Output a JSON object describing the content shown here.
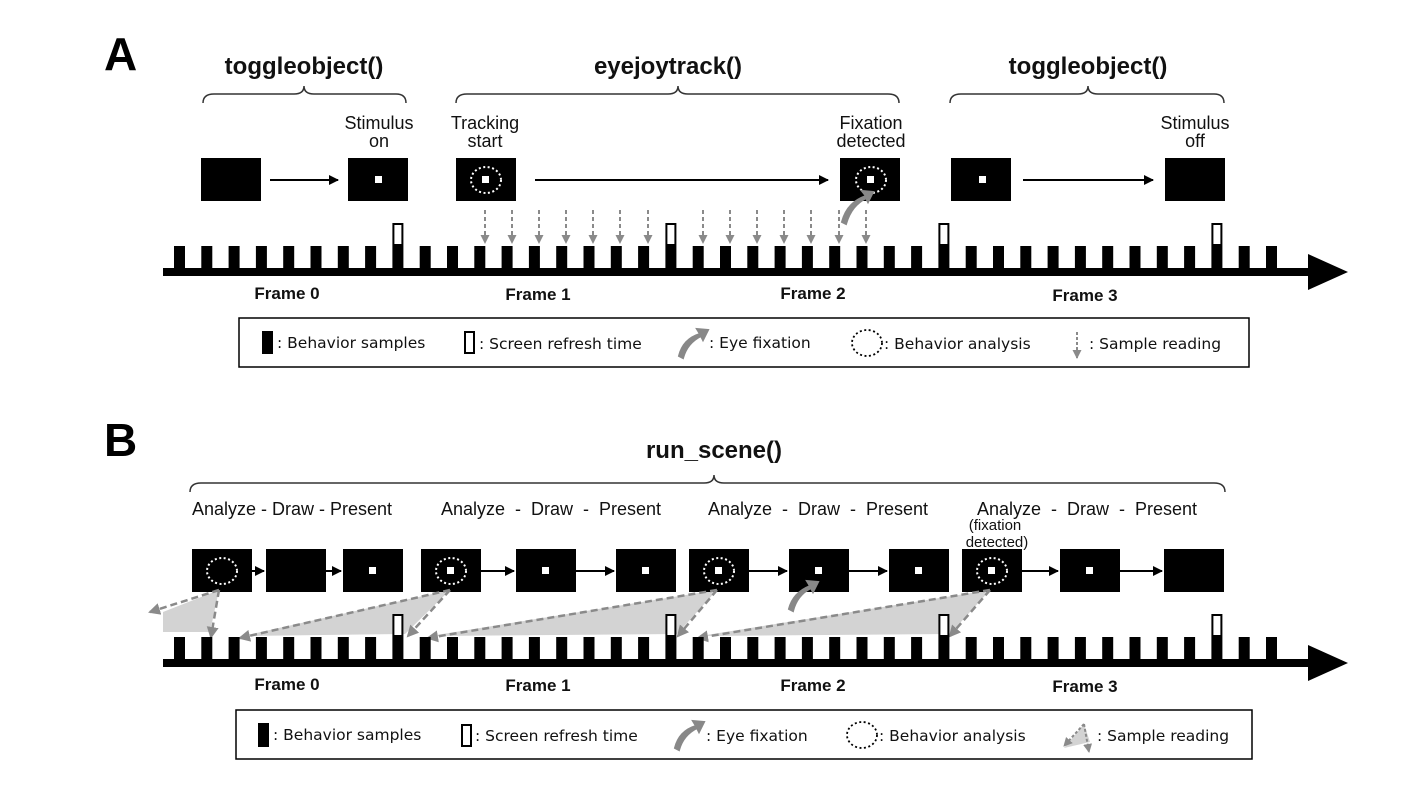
{
  "panel_a": {
    "letter": "A",
    "functions": [
      "toggleobject()",
      "eyejoytrack()",
      "toggleobject()"
    ],
    "annotations": {
      "stimulus_on": [
        "Stimulus",
        "on"
      ],
      "tracking_start": [
        "Tracking",
        "start"
      ],
      "fixation_detected": [
        "Fixation",
        "detected"
      ],
      "stimulus_off": [
        "Stimulus",
        "off"
      ]
    },
    "frames": [
      "Frame 0",
      "Frame 1",
      "Frame 2",
      "Frame 3"
    ]
  },
  "panel_b": {
    "letter": "B",
    "function": "run_scene()",
    "cycle_labels": [
      "Analyze - Draw - Present",
      "Analyze  -  Draw  -  Present",
      "Analyze  -  Draw  -  Present",
      "Analyze  -  Draw  -  Present"
    ],
    "fixation_note": [
      "(fixation",
      "detected)"
    ],
    "frames": [
      "Frame 0",
      "Frame 1",
      "Frame 2",
      "Frame 3"
    ]
  },
  "legend_a": {
    "behavior_samples": ": Behavior samples",
    "screen_refresh": ": Screen refresh time",
    "eye_fixation": ": Eye fixation",
    "behavior_analysis": ": Behavior analysis",
    "sample_reading": ": Sample reading"
  },
  "legend_b": {
    "behavior_samples": ": Behavior samples",
    "screen_refresh": ": Screen refresh time",
    "eye_fixation": ": Eye fixation",
    "behavior_analysis": ": Behavior analysis",
    "sample_reading": ": Sample reading"
  },
  "colors": {
    "ink": "#000000",
    "arrow_gray": "#8a8a8a",
    "shade": "#d3d3d3",
    "fixation_gray": "#888888"
  },
  "icons": [
    "screen-icon",
    "dotted-circle-icon",
    "eye-fixation-icon",
    "down-arrow-icon",
    "sample-reading-icon"
  ]
}
